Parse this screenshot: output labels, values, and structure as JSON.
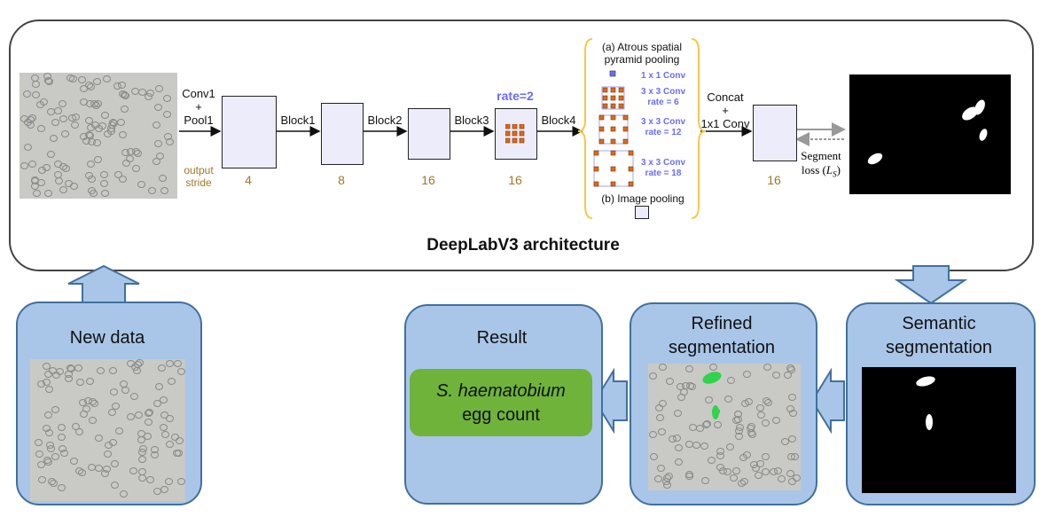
{
  "architecture": {
    "title": "DeepLabV3 architecture",
    "conv1_pool1": [
      "Conv1",
      "+",
      "Pool1"
    ],
    "output_stride_label": [
      "output",
      "stride"
    ],
    "blocks": [
      "Block1",
      "Block2",
      "Block3",
      "Block4"
    ],
    "strides": [
      "4",
      "8",
      "16",
      "16",
      "16"
    ],
    "rate_label": "rate=2",
    "aspp_title": [
      "(a) Atrous spatial",
      "pyramid pooling"
    ],
    "aspp_items": [
      [
        "1 x 1 Conv"
      ],
      [
        "3 x 3 Conv",
        "rate = 6"
      ],
      [
        "3 x 3 Conv",
        "rate = 12"
      ],
      [
        "3 x 3 Conv",
        "rate = 18"
      ]
    ],
    "image_pooling": "(b) Image pooling",
    "concat": [
      "Concat",
      "+",
      "1x1 Conv"
    ],
    "segment_loss": [
      "Segment",
      "loss (L_S)"
    ]
  },
  "panels": {
    "new_data": "New data",
    "result": "Result",
    "result_box": [
      "S. haematobium",
      "egg count"
    ],
    "refined": [
      "Refined",
      "segmentation"
    ],
    "semantic": [
      "Semantic",
      "segmentation"
    ]
  },
  "colors": {
    "panel_fill": "#a9c6e8",
    "panel_border": "#41709f",
    "result_green": "#6fb33b",
    "stride_gold": "#a0782a",
    "aspp_blue": "#6b6bff",
    "grid_orange": "#e06a1a"
  }
}
